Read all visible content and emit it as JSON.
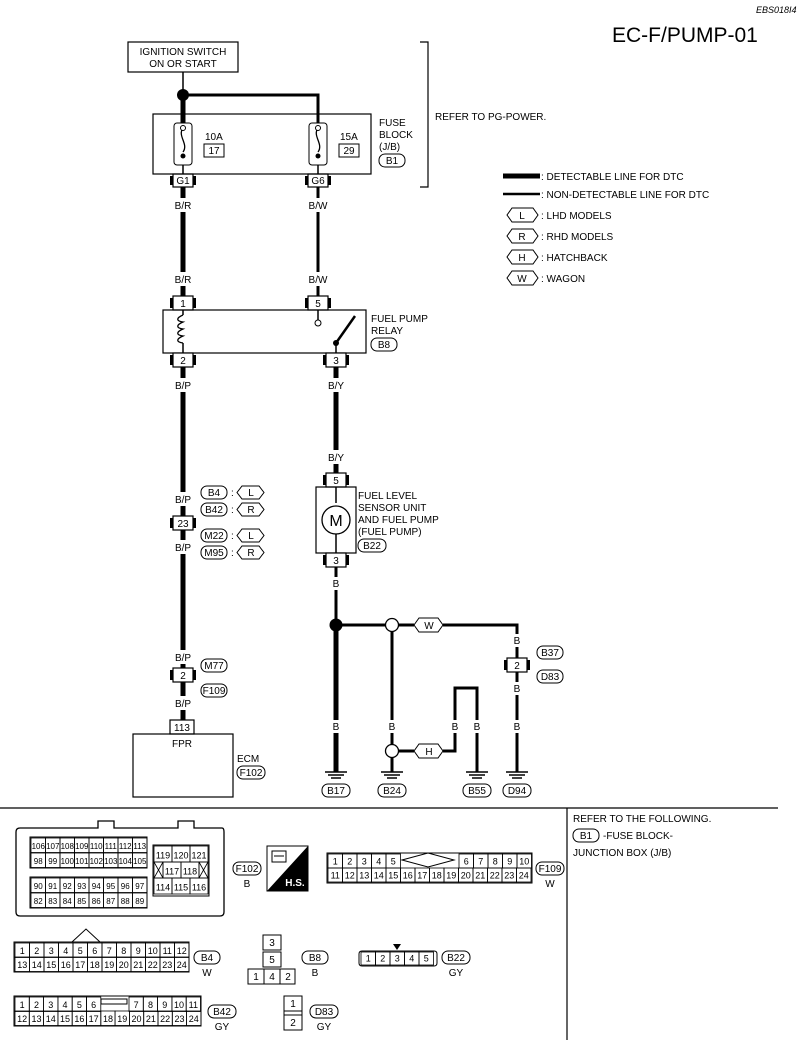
{
  "header": {
    "page_code": "EBS018I4",
    "title": "EC-F/PUMP-01"
  },
  "top": {
    "ignition_line1": "IGNITION SWITCH",
    "ignition_line2": "ON OR START",
    "fuse_block_label": [
      "FUSE",
      "BLOCK",
      "(J/B)"
    ],
    "fuse_block_ref": "B1",
    "refer_pg": "REFER TO PG-POWER.",
    "fuse1": {
      "amp": "10A",
      "num": "17",
      "term": "G1"
    },
    "fuse2": {
      "amp": "15A",
      "num": "29",
      "term": "G6"
    }
  },
  "legend": {
    "detectable": ": DETECTABLE LINE FOR DTC",
    "non_detectable": ": NON-DETECTABLE LINE FOR DTC",
    "items": [
      {
        "key": "L",
        "text": ": LHD MODELS"
      },
      {
        "key": "R",
        "text": ": RHD MODELS"
      },
      {
        "key": "H",
        "text": ": HATCHBACK"
      },
      {
        "key": "W",
        "text": ": WAGON"
      }
    ]
  },
  "wires": {
    "br": "B/R",
    "bw": "B/W",
    "bp": "B/P",
    "by": "B/Y",
    "b": "B"
  },
  "relay": {
    "label": [
      "FUEL PUMP",
      "RELAY"
    ],
    "ref": "B8",
    "pins": {
      "p1": "1",
      "p2": "2",
      "p3": "3",
      "p5": "5"
    }
  },
  "pump": {
    "label": [
      "FUEL LEVEL",
      "SENSOR UNIT",
      "AND FUEL PUMP",
      "(FUEL PUMP)"
    ],
    "ref": "B22",
    "motor": "M",
    "pin_top": "5",
    "pin_bottom": "3"
  },
  "joint": {
    "pin": "23",
    "refs": [
      {
        "conn": "B4",
        "key": "L"
      },
      {
        "conn": "B42",
        "key": "R"
      },
      {
        "conn": "M22",
        "key": "L"
      },
      {
        "conn": "M95",
        "key": "R"
      }
    ]
  },
  "lower": {
    "m77": "M77",
    "f109": "F109",
    "pin2": "2",
    "ecm_pin": "113",
    "ecm_term": "FPR",
    "ecm_label": "ECM",
    "ecm_ref": "F102",
    "wagon_key": "W",
    "hatch_key": "H",
    "b37": "B37",
    "d83": "D83",
    "pin2b": "2",
    "grounds": [
      "B17",
      "B24",
      "B55",
      "D94"
    ]
  },
  "refer": {
    "line1": "REFER TO THE FOLLOWING.",
    "ref": "B1",
    "line2": "-FUSE BLOCK-",
    "line3": "JUNCTION BOX (J/B)"
  },
  "connectors": {
    "f102": {
      "ref": "F102",
      "color": "B",
      "rows": [
        [
          "106",
          "107",
          "108",
          "109",
          "110",
          "111",
          "112",
          "113"
        ],
        [
          "98",
          "99",
          "100",
          "101",
          "102",
          "103",
          "104",
          "105"
        ],
        [
          "90",
          "91",
          "92",
          "93",
          "94",
          "95",
          "96",
          "97"
        ],
        [
          "82",
          "83",
          "84",
          "85",
          "86",
          "87",
          "88",
          "89"
        ]
      ],
      "mid_rows": [
        [
          "119",
          "120",
          "121"
        ],
        [
          "117",
          "118"
        ],
        [
          "114",
          "115",
          "116"
        ]
      ]
    },
    "hs": "H.S.",
    "f109": {
      "ref": "F109",
      "color": "W",
      "row1a": [
        "1",
        "2",
        "3",
        "4",
        "5"
      ],
      "row1b": [
        "6",
        "7",
        "8",
        "9",
        "10"
      ],
      "row2": [
        "11",
        "12",
        "13",
        "14",
        "15",
        "16",
        "17",
        "18",
        "19",
        "20",
        "21",
        "22",
        "23",
        "24"
      ]
    },
    "b4": {
      "ref": "B4",
      "color": "W",
      "row1a": [
        "1",
        "2",
        "3",
        "4"
      ],
      "row1b": [
        "5",
        "6",
        "7",
        "8",
        "9",
        "10",
        "11",
        "12"
      ],
      "row2": [
        "13",
        "14",
        "15",
        "16",
        "17",
        "18",
        "19",
        "20",
        "21",
        "22",
        "23",
        "24"
      ]
    },
    "b8": {
      "ref": "B8",
      "color": "B",
      "cells": [
        "3",
        "5",
        "1",
        "4",
        "2"
      ]
    },
    "b22": {
      "ref": "B22",
      "color": "GY",
      "cells": [
        "1",
        "2",
        "3",
        "4",
        "5"
      ]
    },
    "b42": {
      "ref": "B42",
      "color": "GY",
      "row1a": [
        "1",
        "2",
        "3",
        "4",
        "5",
        "6"
      ],
      "row1b": [
        "7",
        "8",
        "9",
        "10",
        "11"
      ],
      "row2": [
        "12",
        "13",
        "14",
        "15",
        "16",
        "17",
        "18",
        "19",
        "20",
        "21",
        "22",
        "23",
        "24"
      ]
    },
    "d83": {
      "ref": "D83",
      "color": "GY",
      "cells": [
        "1",
        "2"
      ]
    }
  }
}
